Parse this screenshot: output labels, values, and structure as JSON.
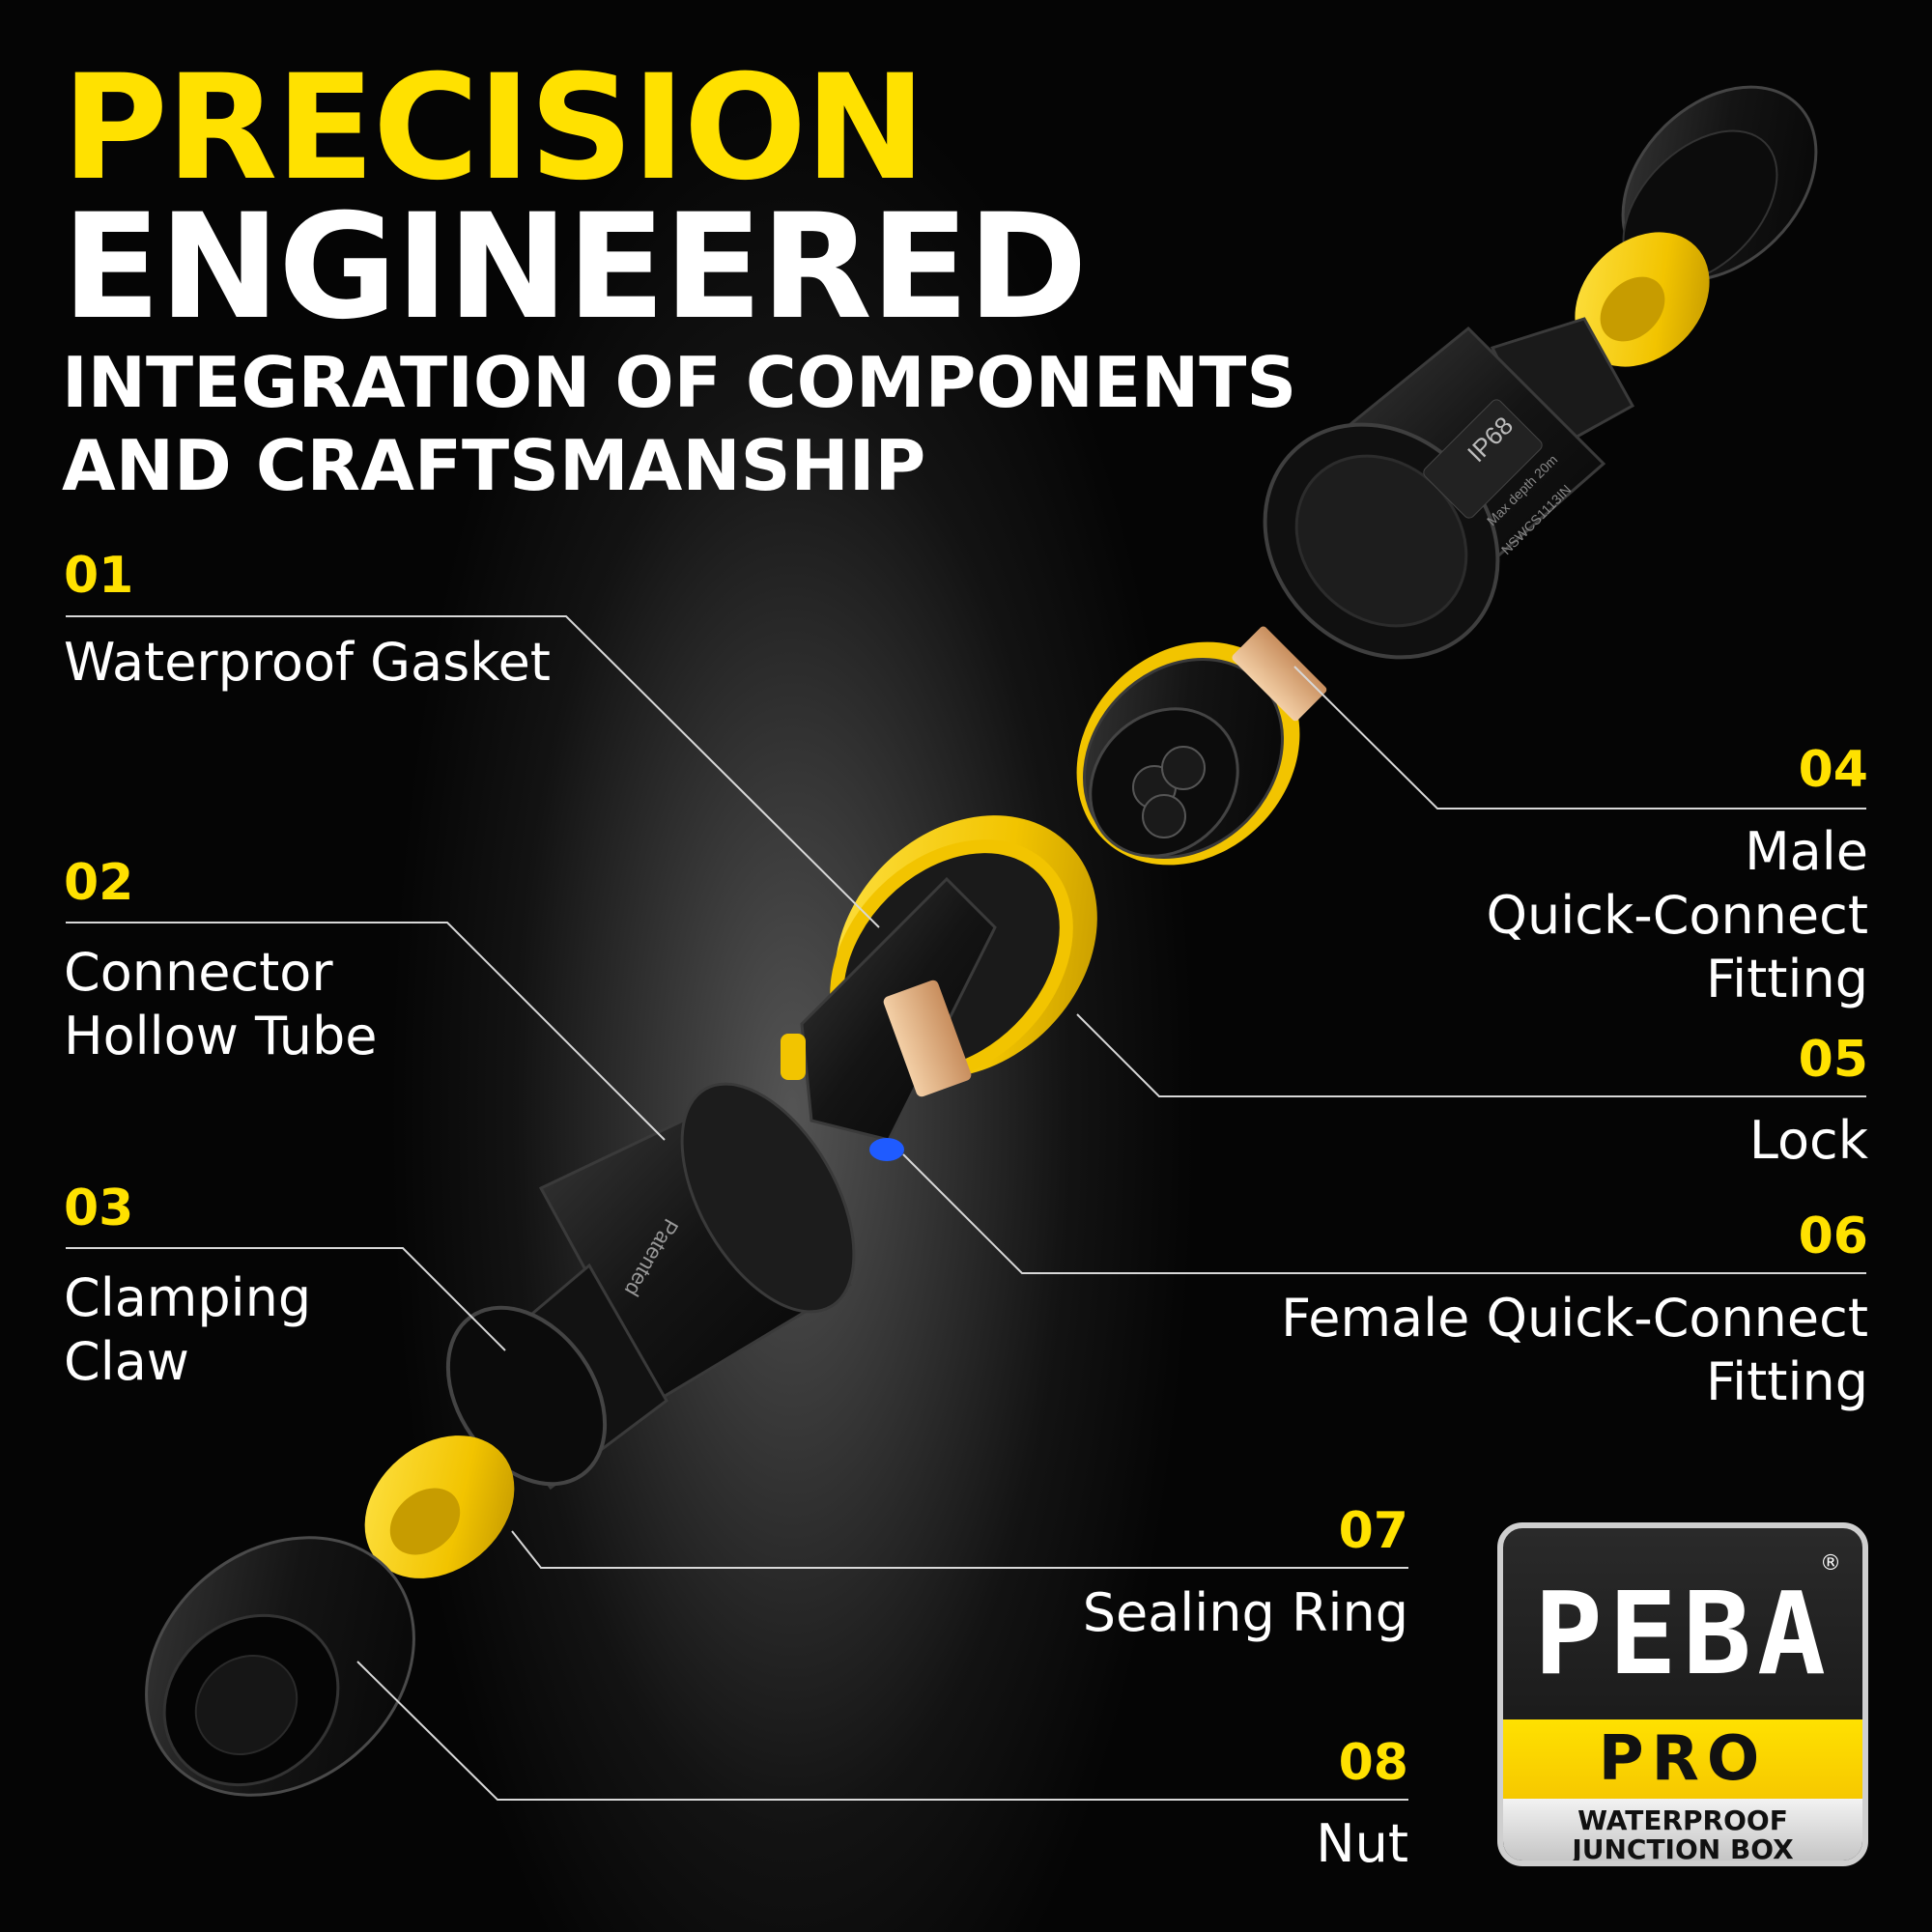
{
  "headline": {
    "line1": "PRECISION",
    "line2": "ENGINEERED",
    "line3": "INTEGRATION OF COMPONENTS",
    "line4": "AND CRAFTSMANSHIP"
  },
  "components": [
    {
      "number": "01",
      "label": "Waterproof Gasket"
    },
    {
      "number": "02",
      "label": "Connector Hollow Tube"
    },
    {
      "number": "03",
      "label": "Clamping Claw"
    },
    {
      "number": "04",
      "label": "Male Quick-Connect Fitting"
    },
    {
      "number": "05",
      "label": "Lock"
    },
    {
      "number": "06",
      "label": "Female Quick-Connect Fitting"
    },
    {
      "number": "07",
      "label": "Sealing Ring"
    },
    {
      "number": "08",
      "label": "Nut"
    }
  ],
  "label_lines": {
    "c02": [
      "Connector",
      "Hollow Tube"
    ],
    "c03": [
      "Clamping",
      "Claw"
    ],
    "c04": [
      "Male",
      "Quick-Connect",
      "Fitting"
    ],
    "c06": [
      "Female Quick-Connect",
      "Fitting"
    ]
  },
  "product_markings": {
    "ip": "IP68",
    "depth": "Max depth 20m",
    "model": "NSWCS1113IN",
    "patent": "Patented"
  },
  "badge": {
    "logo": "PEBA",
    "registered": "®",
    "tier": "PRO",
    "line1": "WATERPROOF",
    "line2": "JUNCTION BOX"
  },
  "colors": {
    "accent_yellow": "#ffe100",
    "text_white": "#ffffff",
    "background": "#050505",
    "lock_blue": "#1f5bff",
    "contact_copper": "#e3b58a"
  }
}
